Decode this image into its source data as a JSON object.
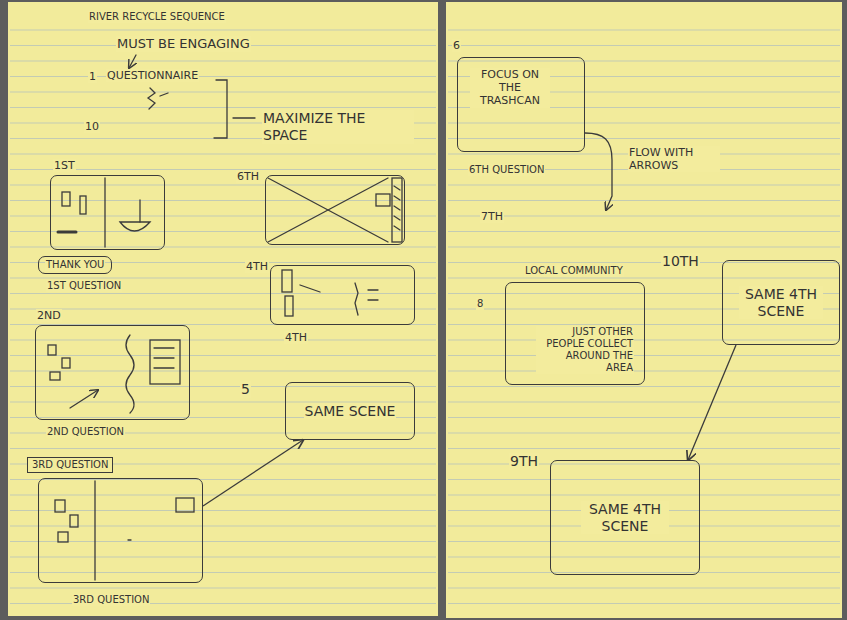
{
  "diagram": {
    "title": "RIVER RECYCLE SEQUENCE",
    "nodes": [
      {
        "text": [
          "1ST"
        ]
      },
      {
        "text": [
          "THANK YOU"
        ]
      },
      {
        "text": [
          "6TH"
        ]
      },
      {
        "text": [
          "4TH"
        ]
      },
      {
        "text": [
          "2ND"
        ]
      },
      {
        "text": [
          "5",
          "SAME SCENE"
        ]
      },
      {
        "text": [
          "3RD QUESTION"
        ]
      },
      {
        "text": [
          "6",
          "FOCUS ON THE TRASHCAN"
        ]
      },
      {
        "text": [
          "8",
          "LOCAL COMMUNITY",
          "JUST OTHER PEOPLE COLLECT AROUND THE AREA"
        ]
      },
      {
        "text": [
          "10TH",
          "SAME 4TH SCENE"
        ]
      },
      {
        "text": [
          "9TH",
          "SAME 4TH SCENE"
        ]
      }
    ],
    "edges": [
      {
        "from": 6,
        "to": 5,
        "arrow": "to"
      },
      {
        "from": 9,
        "to": 10,
        "arrow": "to"
      }
    ],
    "labels": [
      "MUST BE ENGAGING",
      "1",
      "QUESTIONNAIRE",
      "10",
      "MAXIMIZE THE SPACE",
      "1ST QUESTION",
      "4TH",
      "2ND QUESTION",
      "3RD QUESTION",
      "6TH QUESTION",
      "FLOW WITH ARROWS",
      "7TH"
    ]
  }
}
